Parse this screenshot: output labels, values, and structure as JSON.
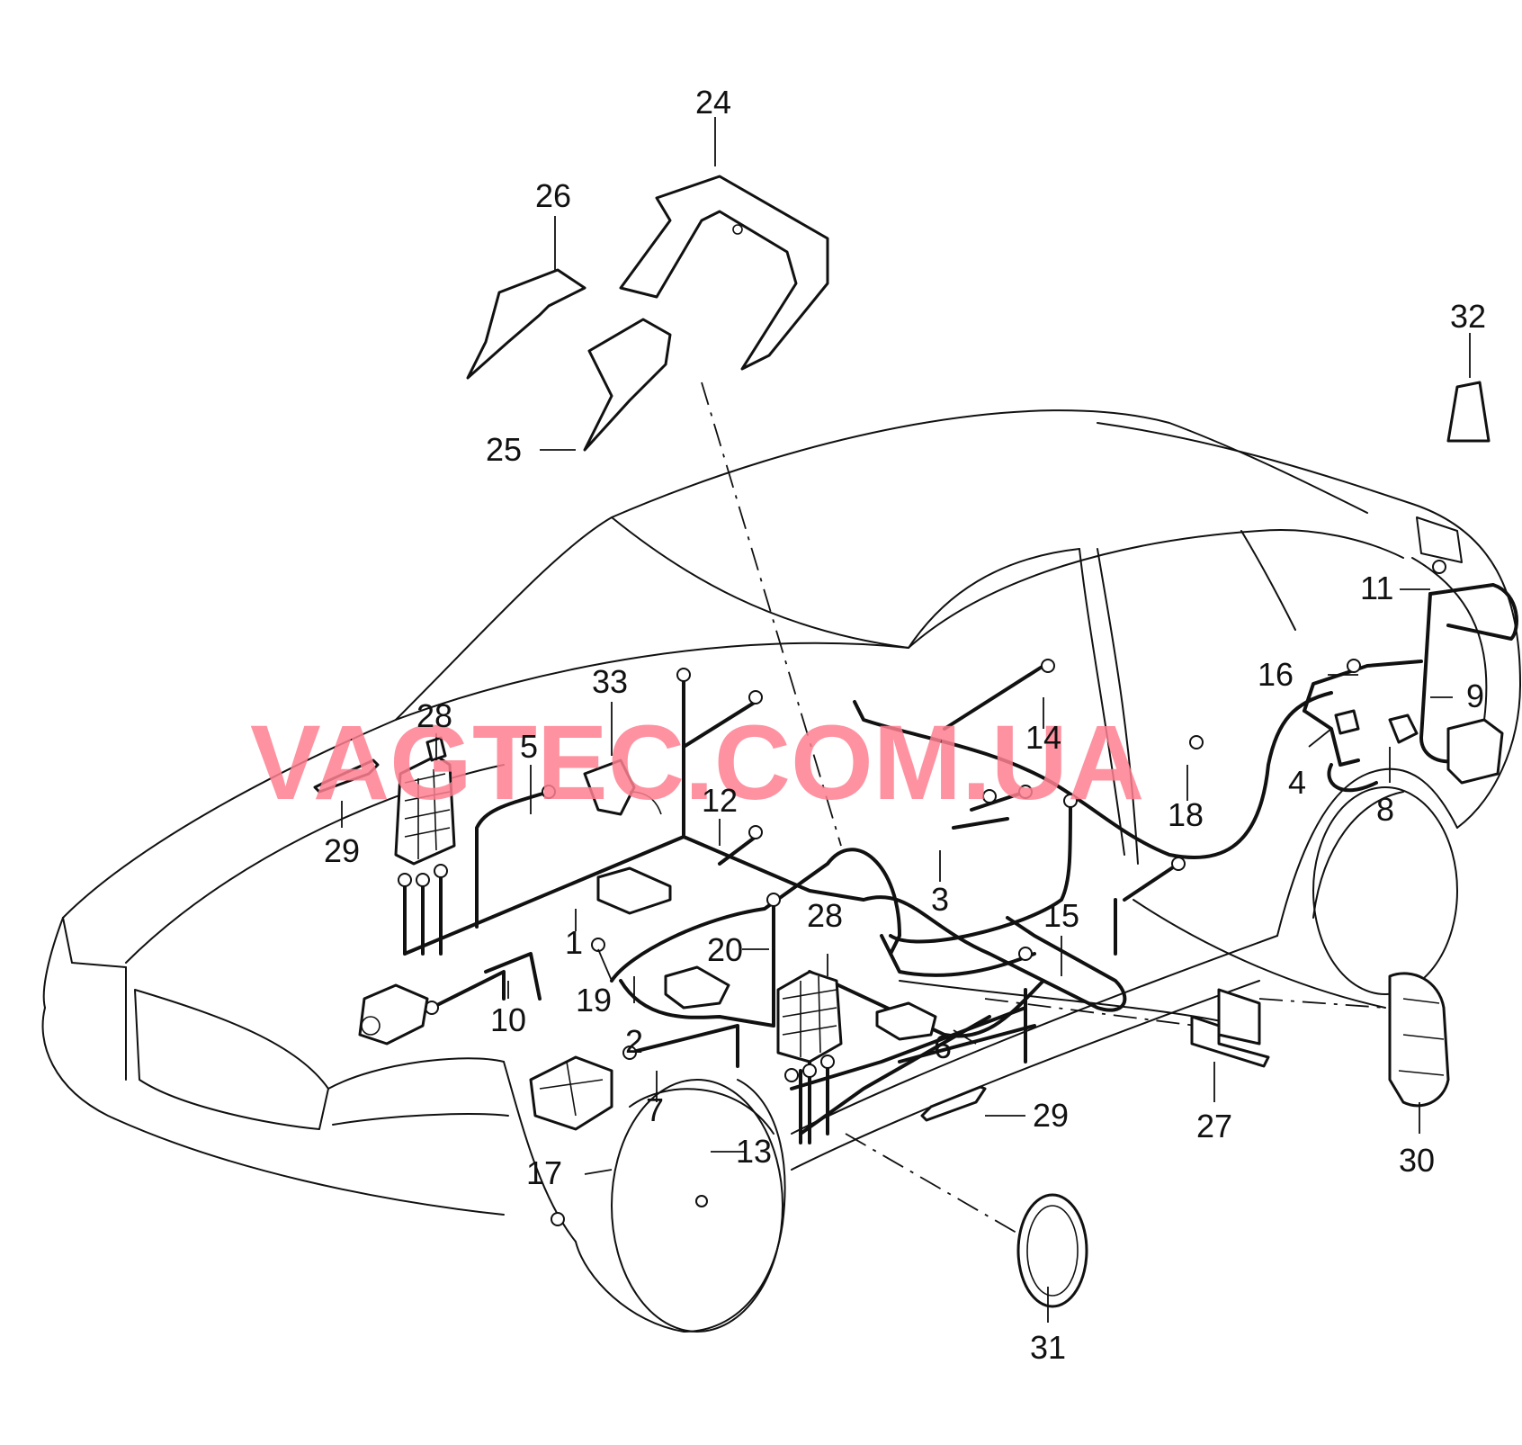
{
  "watermark": "VAGTEC.COM.UA",
  "callouts": [
    "24",
    "26",
    "25",
    "32",
    "11",
    "16",
    "9",
    "33",
    "28",
    "5",
    "14",
    "4",
    "8",
    "18",
    "29",
    "12",
    "3",
    "15",
    "1",
    "28",
    "20",
    "19",
    "10",
    "2",
    "6",
    "27",
    "30",
    "7",
    "29",
    "13",
    "17",
    "31"
  ]
}
